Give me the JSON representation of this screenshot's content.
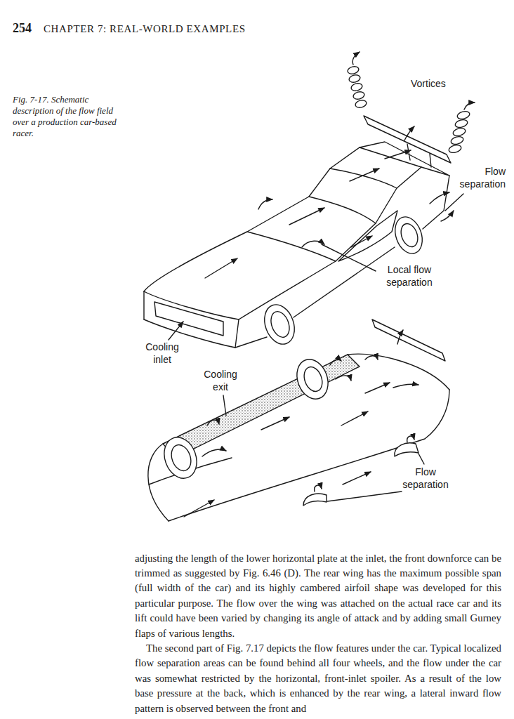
{
  "diagram": {
    "caption": "Fig. 7-17. Schematic description of the flow field over a production car-based racer.",
    "labels": [
      "254",
      "CHAPTER 7: REAL-WORLD EXAMPLES",
      "Vortices",
      "Flow separation",
      "Local flow separation",
      "Cooling inlet",
      "Cooling exit",
      "Flow separation",
      "adjusting the length of the lower horizontal plate at the inlet, the front downforce can be trimmed as suggested by Fig. 6.46 (D). The rear wing has the maximum possible span (full width of the car) and its highly cambered airfoil shape was developed for this particular purpose. The flow over the wing was attached on the actual race car and its lift could have been varied by changing its angle of attack and by adding small Gurney flaps of various lengths.",
      "The second part of Fig. 7.17 depicts the flow features under the car. Typical localized flow separation areas can be found behind all four wheels, and the flow under the car was somewhat restricted by the horizontal, front-inlet spoiler. As a result of the low base pressure at the back, which is enhanced by the rear wing, a lateral inward flow pattern is observed between the front and"
    ]
  }
}
